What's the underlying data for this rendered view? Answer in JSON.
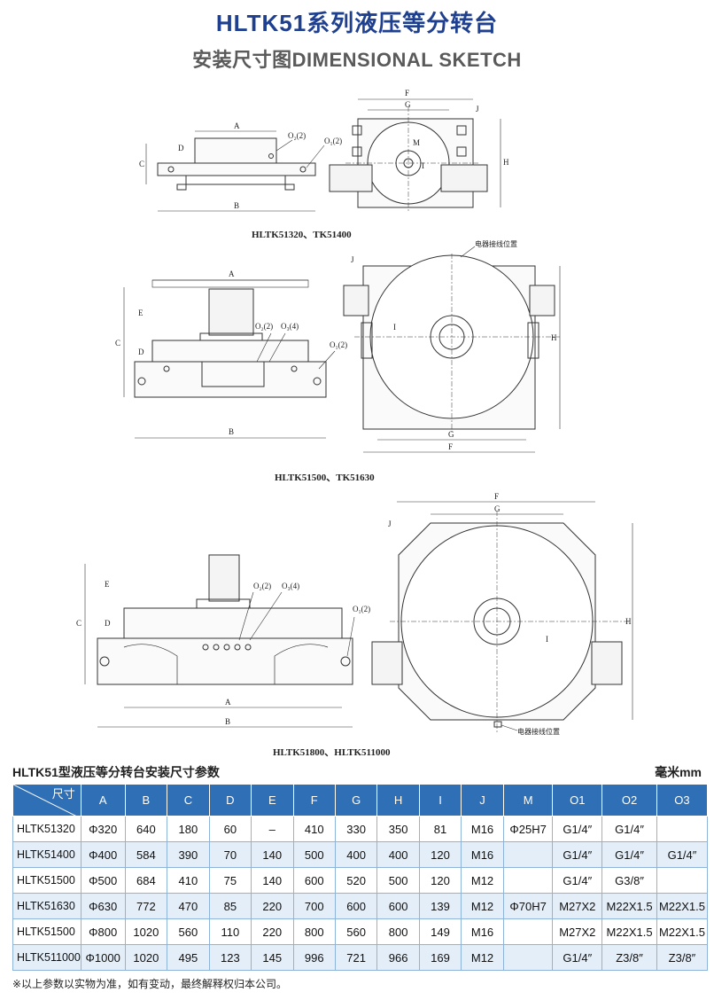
{
  "header": {
    "title": "HLTK51系列液压等分转台",
    "subtitle": "安装尺寸图DIMENSIONAL SKETCH"
  },
  "drawings": {
    "caption_1": "HLTK51320、TK51400",
    "caption_2": "HLTK51500、TK51630",
    "caption_3": "HLTK51800、HLTK511000",
    "callout_1": "电器接线位置",
    "callout_2": "电器接线位置",
    "dims_1": {
      "a": "A",
      "b": "B",
      "c": "C",
      "d": "D",
      "o2": "O₂(2)",
      "o1": "O₁(2)",
      "f": "F",
      "g": "G",
      "h": "H",
      "j": "J",
      "m": "M",
      "i": "I"
    },
    "dims_2": {
      "a": "A",
      "b": "B",
      "c": "C",
      "d": "D",
      "e": "E",
      "o2": "O₂(2)",
      "o3": "O₃(4)",
      "o1": "O₁(2)",
      "f": "F",
      "g": "G",
      "h": "H",
      "j": "J",
      "i": "I"
    },
    "dims_3": {
      "a": "A",
      "b": "B",
      "c": "C",
      "d": "D",
      "e": "E",
      "o2": "O₂(2)",
      "o3": "O₃(4)",
      "o1": "O₁(2)",
      "f": "F",
      "g": "G",
      "h": "H",
      "j": "J",
      "i": "I"
    }
  },
  "table": {
    "title": "HLTK51型液压等分转台安装尺寸参数",
    "unit": "毫米mm",
    "corner_label": "尺寸",
    "headers": [
      "A",
      "B",
      "C",
      "D",
      "E",
      "F",
      "G",
      "H",
      "I",
      "J",
      "M",
      "O1",
      "O2",
      "O3"
    ],
    "rows": [
      [
        "HLTK51320",
        "Φ320",
        "640",
        "180",
        "60",
        "–",
        "410",
        "330",
        "350",
        "81",
        "M16",
        "Φ25H7",
        "G1/4″",
        "G1/4″",
        ""
      ],
      [
        "HLTK51400",
        "Φ400",
        "584",
        "390",
        "70",
        "140",
        "500",
        "400",
        "400",
        "120",
        "M16",
        "",
        "G1/4″",
        "G1/4″",
        "G1/4″"
      ],
      [
        "HLTK51500",
        "Φ500",
        "684",
        "410",
        "75",
        "140",
        "600",
        "520",
        "500",
        "120",
        "M12",
        "",
        "G1/4″",
        "G3/8″",
        ""
      ],
      [
        "HLTK51630",
        "Φ630",
        "772",
        "470",
        "85",
        "220",
        "700",
        "600",
        "600",
        "139",
        "M12",
        "Φ70H7",
        "M27X2",
        "M22X1.5",
        "M22X1.5"
      ],
      [
        "HLTK51500",
        "Φ800",
        "1020",
        "560",
        "110",
        "220",
        "800",
        "560",
        "800",
        "149",
        "M16",
        "",
        "M27X2",
        "M22X1.5",
        "M22X1.5"
      ],
      [
        "HLTK511000",
        "Φ1000",
        "1020",
        "495",
        "123",
        "145",
        "996",
        "721",
        "966",
        "169",
        "M12",
        "",
        "G1/4″",
        "Z3/8″",
        "Z3/8″"
      ]
    ]
  },
  "footer": {
    "note": "※以上参数以实物为准，如有变动，最终解释权归本公司。"
  },
  "colors": {
    "title": "#1f3f8f",
    "subtitle": "#5a5a5a",
    "table_header": "#2f6fb6",
    "row_alt": "#e4eef8"
  }
}
